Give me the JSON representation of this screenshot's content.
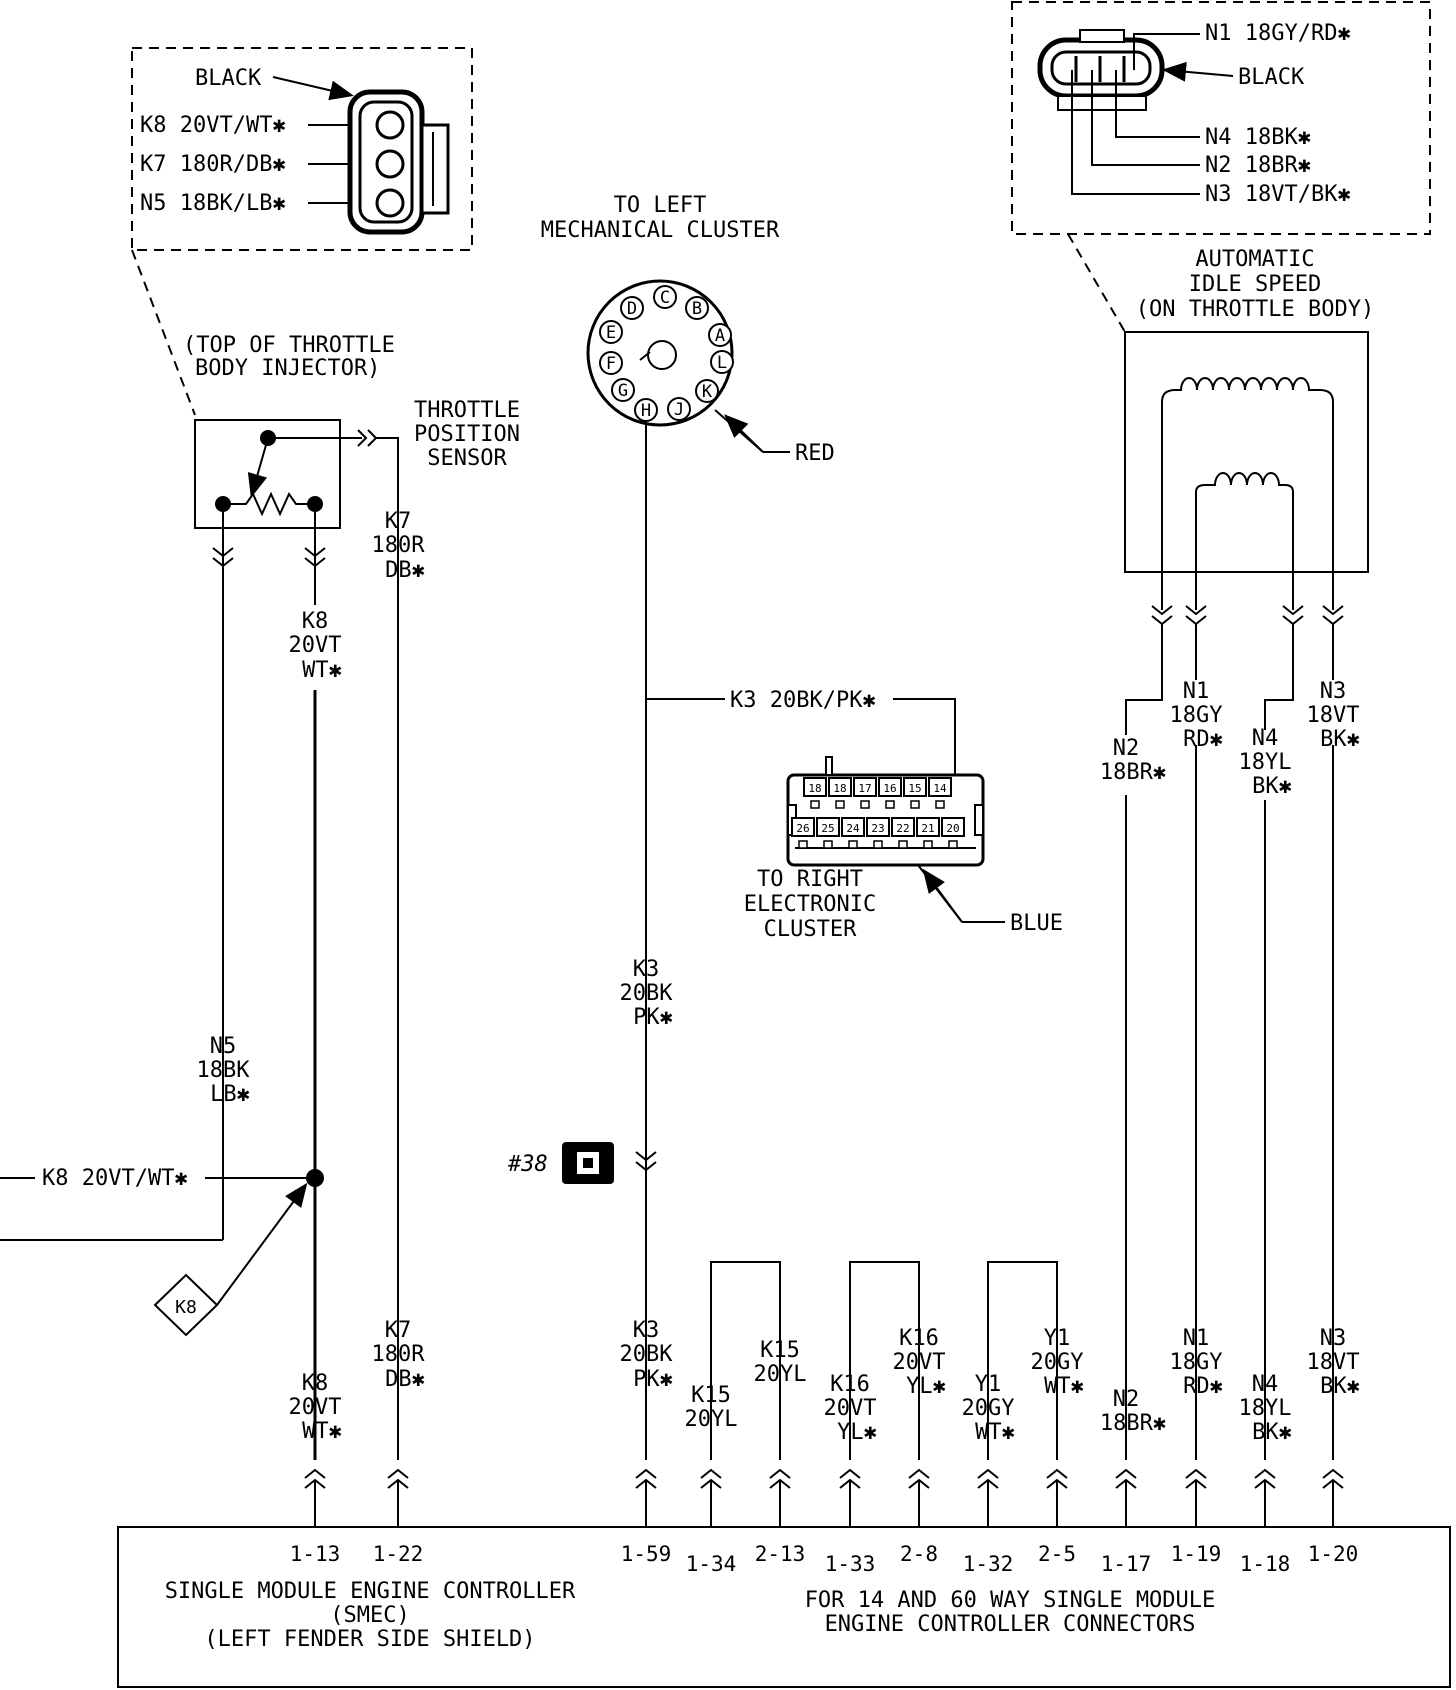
{
  "tpi_inset": {
    "color_label": "BLACK",
    "pins": [
      "K8 20VT/WT✱",
      "K7 180R/DB✱",
      "N5 18BK/LB✱"
    ]
  },
  "aiss_inset": {
    "color_label": "BLACK",
    "pins": [
      "N1 18GY/RD✱",
      "N4 18BK✱",
      "N2 18BR✱",
      "N3 18VT/BK✱"
    ]
  },
  "mech_cluster": {
    "title": [
      "TO LEFT",
      "MECHANICAL CLUSTER"
    ],
    "pin_letters": [
      "C",
      "B",
      "D",
      "A",
      "E",
      "L",
      "F",
      "K",
      "G",
      "H",
      "J"
    ],
    "color": "RED"
  },
  "elec_cluster": {
    "title": [
      "TO RIGHT",
      "ELECTRONIC",
      "CLUSTER"
    ],
    "top_pins": [
      "18",
      "18",
      "17",
      "16",
      "15",
      "14"
    ],
    "bottom_pins": [
      "26",
      "25",
      "24",
      "23",
      "22",
      "21",
      "20"
    ],
    "color": "BLUE"
  },
  "throttle": {
    "location": [
      "(TOP OF THROTTLE",
      "BODY INJECTOR)"
    ],
    "sensor": [
      "THROTTLE",
      "POSITION",
      "SENSOR"
    ]
  },
  "aiss": {
    "title": [
      "AUTOMATIC",
      "IDLE SPEED",
      "(ON THROTTLE BODY)"
    ]
  },
  "wires": {
    "k7_upper": [
      "K7",
      "180R",
      "DB✱"
    ],
    "k8_upper": [
      "K8",
      "20VT",
      "WT✱"
    ],
    "n5": [
      "N5",
      "18BK",
      "LB✱"
    ],
    "k8_horizontal": "K8 20VT/WT✱",
    "k3_horizontal": "K3 20BK/PK✱",
    "k3_mid": [
      "K3",
      "20BK",
      "PK✱"
    ],
    "n2_upper": [
      "N2",
      "18BR✱"
    ],
    "n1_upper": [
      "N1",
      "18GY",
      "RD✱"
    ],
    "n4_upper": [
      "N4",
      "18YL",
      "BK✱"
    ],
    "n3_upper": [
      "N3",
      "18VT",
      "BK✱"
    ],
    "k8_lower": [
      "K8",
      "20VT",
      "WT✱"
    ],
    "k7_lower": [
      "K7",
      "180R",
      "DB✱"
    ],
    "k3_lower": [
      "K3",
      "20BK",
      "PK✱"
    ],
    "k15_left": [
      "K15",
      "20YL"
    ],
    "k15_right": [
      "K15",
      "20YL"
    ],
    "k16_left": [
      "K16",
      "20VT",
      "YL✱"
    ],
    "k16_right": [
      "K16",
      "20VT",
      "YL✱"
    ],
    "y1_left": [
      "Y1",
      "20GY",
      "WT✱"
    ],
    "y1_right": [
      "Y1",
      "20GY",
      "WT✱"
    ],
    "n2_lower": [
      "N2",
      "18BR✱"
    ],
    "n1_lower": [
      "N1",
      "18GY",
      "RD✱"
    ],
    "n4_lower": [
      "N4",
      "18YL",
      "BK✱"
    ],
    "n3_lower": [
      "N3",
      "18VT",
      "BK✱"
    ]
  },
  "splice_ref": "#38",
  "k8_tag": "K8",
  "smec": {
    "pins": [
      "1-13",
      "1-22",
      "1-59",
      "1-34",
      "2-13",
      "1-33",
      "2-8",
      "1-32",
      "2-5",
      "1-17",
      "1-19",
      "1-18",
      "1-20"
    ],
    "title": [
      "SINGLE MODULE ENGINE CONTROLLER",
      "(SMEC)",
      "(LEFT FENDER SIDE SHIELD)"
    ],
    "note": [
      "FOR 14 AND 60 WAY SINGLE MODULE",
      "ENGINE CONTROLLER CONNECTORS"
    ]
  }
}
